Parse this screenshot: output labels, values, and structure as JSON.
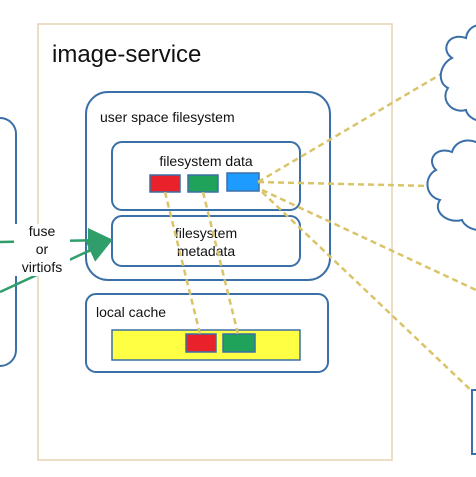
{
  "title": "image-service",
  "user_space_fs": {
    "label": "user space filesystem",
    "fs_data_label": "filesystem data",
    "fs_metadata_label_line1": "filesystem",
    "fs_metadata_label_line2": "metadata"
  },
  "local_cache": {
    "label": "local cache"
  },
  "connector": {
    "line1": "fuse",
    "line2": "or",
    "line3": "virtiofs"
  },
  "colors": {
    "box_border": "#3b6fa8",
    "outer_border": "#e6d2b4",
    "arrow_green": "#2f9e6b",
    "dash_yellow": "#d9c46a",
    "block_red": "#e8212a",
    "block_green": "#1fa25a",
    "block_blue": "#1e9bff",
    "cache_yellow": "#ffff44"
  },
  "icons": [
    "cloud-icon",
    "cloud-icon",
    "storage-box-icon"
  ]
}
